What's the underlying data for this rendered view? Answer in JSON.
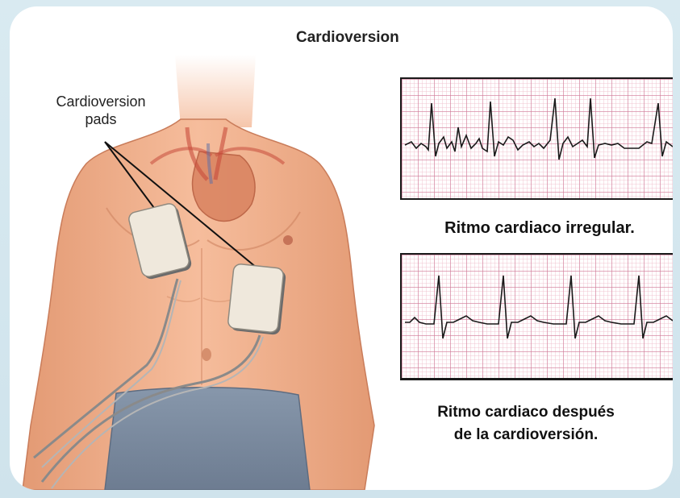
{
  "title": "Cardioversion",
  "pads_label": "Cardioversion pads",
  "strip_top_caption": "Ritmo cardiaco irregular.",
  "strip_bottom_caption_line1": "Ritmo cardiaco después",
  "strip_bottom_caption_line2": "de la cardioversión.",
  "colors": {
    "skin": "#f1b08f",
    "skin_shadow": "#d98b66",
    "pad": "#eee7dc",
    "pants": "#7e8ea3",
    "trace": "#1a1a1a",
    "grid": "#e8a7ba",
    "background": "#d9eaf1"
  }
}
